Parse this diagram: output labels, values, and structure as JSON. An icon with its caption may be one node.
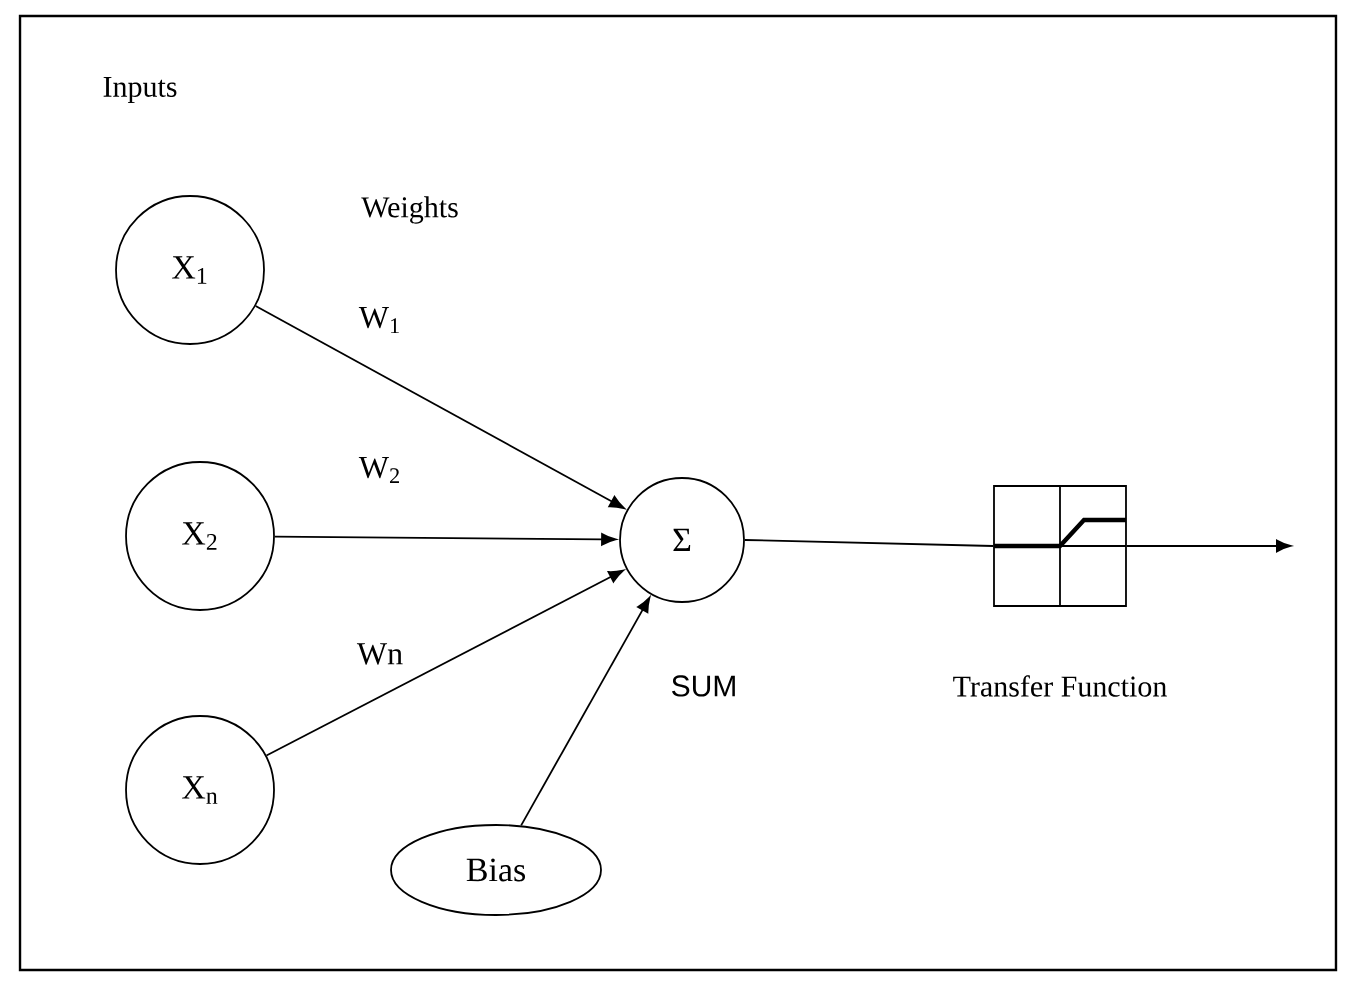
{
  "diagram": {
    "nodes": [
      {
        "text": [
          "X$_{1}$"
        ]
      },
      {
        "text": [
          "X$_{2}$"
        ]
      },
      {
        "text": [
          "X$_{n}$"
        ]
      },
      {
        "text": [
          "Σ"
        ],
        "beside": [
          "SUM"
        ]
      },
      {
        "text": [
          "Bias"
        ]
      },
      {
        "text": [],
        "shape": "box",
        "beside": [
          "Transfer Function"
        ]
      }
    ],
    "edges": [
      {
        "from": 0,
        "to": 3,
        "arrow": "to",
        "label": "W$_{1}$"
      },
      {
        "from": 1,
        "to": 3,
        "arrow": "to",
        "label": "W$_{2}$"
      },
      {
        "from": 2,
        "to": 3,
        "arrow": "to",
        "label": "Wn"
      },
      {
        "from": 4,
        "to": 3,
        "arrow": "to"
      },
      {
        "from": 3,
        "to": 5,
        "arrow": "none"
      },
      {
        "from": 5,
        "to": null,
        "arrow": "to"
      }
    ],
    "labels": [
      "Inputs",
      "Weights"
    ]
  }
}
